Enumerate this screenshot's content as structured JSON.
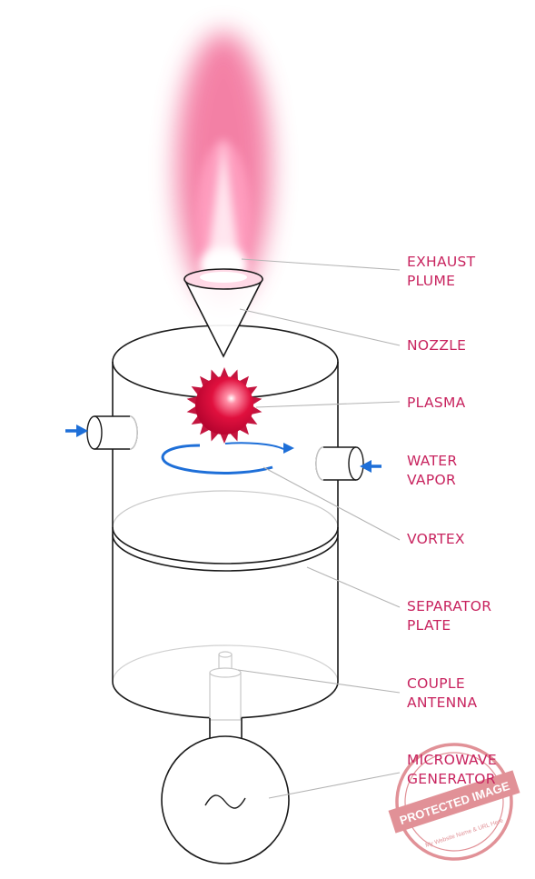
{
  "colors": {
    "label": "#c8245f",
    "plasma": "#d8103c",
    "plume": "#f05a8c",
    "arrow": "#1e6fd8",
    "outline": "#1a1a1a",
    "leader": "#b4b4b4",
    "stamp": "#d9737a"
  },
  "labels": {
    "exhaust_plume": [
      "EXHAUST",
      "PLUME"
    ],
    "nozzle": [
      "NOZZLE"
    ],
    "plasma": [
      "PLASMA"
    ],
    "water_vapor": [
      "WATER",
      "VAPOR"
    ],
    "vortex": [
      "VORTEX"
    ],
    "separator_plate": [
      "SEPARATOR",
      "PLATE"
    ],
    "couple_antenna": [
      "COUPLE",
      "ANTENNA"
    ],
    "microwave_generator": [
      "MICROWAVE",
      "GENERATOR"
    ]
  },
  "watermark": {
    "text": "PROTECTED IMAGE",
    "ring_text": "My Website Name & URL Here"
  },
  "icons": {
    "generator_symbol": "sine-wave-icon",
    "inlet_arrow": "arrow-right-icon"
  }
}
